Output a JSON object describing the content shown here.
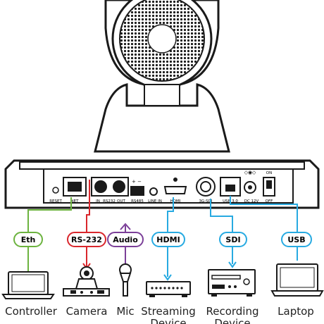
{
  "panel_labels": {
    "reset": "RESET",
    "net": "NET",
    "in": "IN",
    "rs232": "RS232",
    "out": "OUT",
    "rs485": "RS485",
    "line_in": "LINE IN",
    "hdmi": "HDMI",
    "sdi": "3G-SDI",
    "usb": "USB 3.0",
    "dc": "DC 12V",
    "on": "ON",
    "off": "OFF",
    "plus_minus": "+ −"
  },
  "connections": [
    {
      "id": "eth",
      "label": "Eth",
      "color": "#6cb33f",
      "device": "Controller"
    },
    {
      "id": "rs232",
      "label": "RS-232",
      "color": "#d9262c",
      "device": "Camera"
    },
    {
      "id": "audio",
      "label": "Audio",
      "color": "#7b3f98",
      "device": "Mic"
    },
    {
      "id": "hdmi",
      "label": "HDMI",
      "color": "#27aae1",
      "device": "Streaming Device"
    },
    {
      "id": "sdi",
      "label": "SDI",
      "color": "#27aae1",
      "device": "Recording Device"
    },
    {
      "id": "usb",
      "label": "USB",
      "color": "#27aae1",
      "device": "Laptop"
    }
  ],
  "devices": {
    "controller": "Controller",
    "camera": "Camera",
    "mic": "Mic",
    "streaming": "Streaming",
    "streaming_2": "Device",
    "recording": "Recording",
    "recording_2": "Device",
    "laptop": "Laptop"
  }
}
